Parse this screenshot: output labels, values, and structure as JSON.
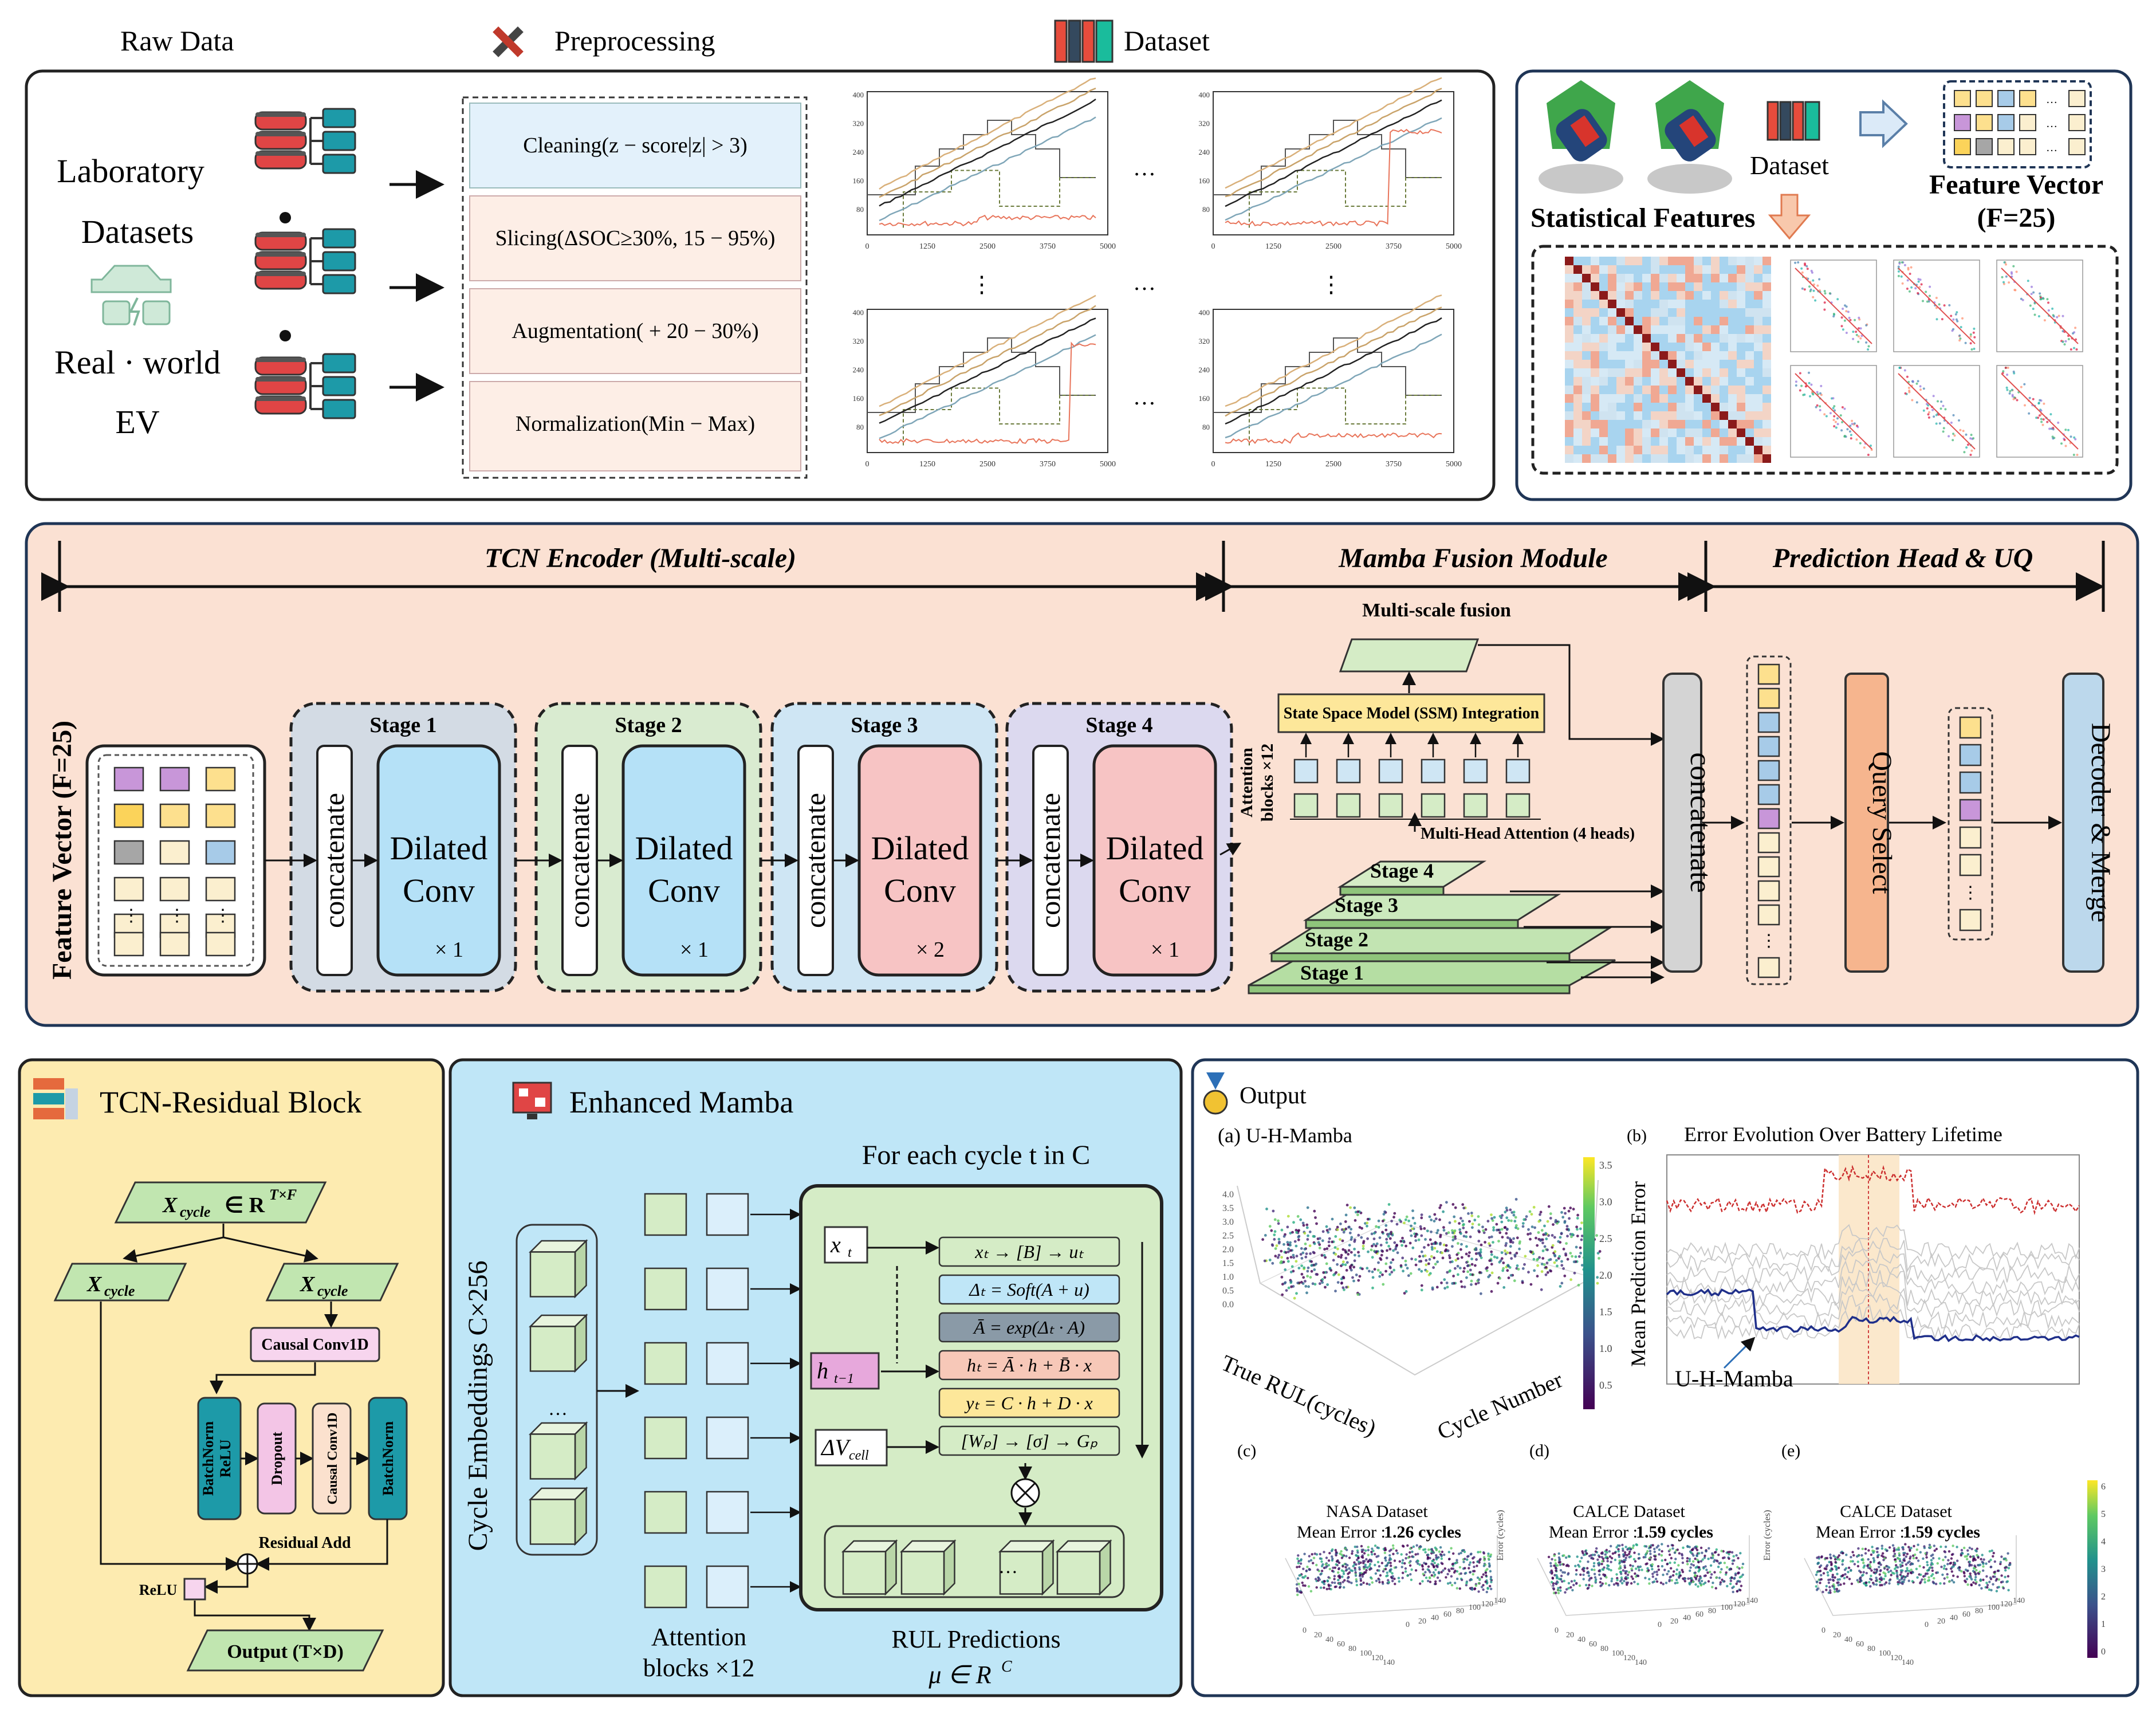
{
  "top": {
    "raw_data": "Raw Data",
    "preprocessing": "Preprocessing",
    "dataset": "Dataset",
    "sources": [
      "Laboratory",
      "Datasets",
      "Real · world",
      "EV"
    ],
    "steps": [
      "Cleaning(z − score|z| > 3)",
      "Slicing(ΔSOC≥30%, 15 − 95%)",
      "Augmentation( + 20 − 30%)",
      "Normalization(Min − Max)"
    ],
    "tick_labels": [
      "0",
      "1250",
      "2500",
      "3750",
      "5000"
    ],
    "ytick_labels": [
      "400",
      "320",
      "240",
      "160",
      "80"
    ],
    "ellipsis": "…",
    "vellipsis": "⋮",
    "stat_dataset": "Dataset",
    "statistical_features": "Statistical Features",
    "feature_vector": "Feature Vector",
    "feature_count": "(F=25)"
  },
  "middle": {
    "tcn_title": "TCN Encoder (Multi-scale)",
    "mamba_title": "Mamba Fusion Module",
    "pred_title": "Prediction Head & UQ",
    "feature_vector_label": "Feature Vector (F=25)",
    "stages": [
      {
        "name": "Stage 1",
        "concat": "concatenate",
        "conv1": "Dilated",
        "conv2": "Conv",
        "mult": "× 1",
        "bg": "#d3dbe4",
        "conv_color": "#b5e1f7"
      },
      {
        "name": "Stage 2",
        "concat": "concatenate",
        "conv1": "Dilated",
        "conv2": "Conv",
        "mult": "× 1",
        "bg": "#d9ebd0",
        "conv_color": "#b5e1f7"
      },
      {
        "name": "Stage 3",
        "concat": "concatenate",
        "conv1": "Dilated",
        "conv2": "Conv",
        "mult": "× 2",
        "bg": "#cfe6f4",
        "conv_color": "#f7c4c4"
      },
      {
        "name": "Stage 4",
        "concat": "concatenate",
        "conv1": "Dilated",
        "conv2": "Conv",
        "mult": "× 1",
        "bg": "#dcd9ef",
        "conv_color": "#f7c4c4"
      }
    ],
    "multi_scale_fusion": "Multi-scale fusion",
    "ssm": "State Space Model (SSM) Integration",
    "attention_blocks": "Attention",
    "attention_blocks2": "blocks ×12",
    "mha": "Multi-Head Attention (4 heads)",
    "pyramid": [
      "Stage 4",
      "Stage 3",
      "Stage 2",
      "Stage 1"
    ],
    "concatenate": "concatenate",
    "query_select": "Query Select",
    "decoder": "Decoder & Merge",
    "dots": "…"
  },
  "tcn_block": {
    "title": "TCN-Residual  Block",
    "input": "X",
    "input_sub": "cycle",
    "input_rhs": "∈ R",
    "input_sup": "T×F",
    "branch_left": "X",
    "branch_right": "X",
    "branch_sub": "cycle",
    "causal": "Causal Conv1D",
    "layers": [
      "BatchNorm",
      "ReLU",
      "Dropout",
      "Causal Conv1D",
      "BatchNorm"
    ],
    "residual_add": "Residual Add",
    "relu": "ReLU",
    "output": "Output (T×D)"
  },
  "mamba": {
    "title": "Enhanced Mamba",
    "cycle_embeddings": "Cycle Embeddings C×256",
    "for_each": "For each cycle t in C",
    "inputs": [
      "x",
      "h",
      "ΔV"
    ],
    "input_subs": [
      "t",
      "t−1",
      "cell"
    ],
    "equations": [
      "xₜ → [B] → uₜ",
      "Δₜ = Soft(A + u)",
      "Ā = exp(Δₜ · A)",
      "hₜ = Ā · h + B̄ · x",
      "yₜ = C · h + D · x",
      "[Wₚ] → [σ] → Gₚ"
    ],
    "attention": "Attention",
    "attention2": "blocks ×12",
    "rul": "RUL Predictions",
    "rul_formula": "μ ∈ R",
    "rul_sup": "C",
    "dots": "…"
  },
  "output": {
    "title": "Output",
    "panel_a": "(a) U-H-Mamba",
    "panel_b_tag": "(b)",
    "panel_b_title": "Error Evolution Over Battery Lifetime",
    "b_ylabel": "Mean Prediction Error",
    "b_callout": "U-H-Mamba",
    "a_xlabel": "True RUL(cycles)",
    "a_ylabel": "Cycle Number",
    "a_colorbar_ticks": [
      "3.5",
      "3.0",
      "2.5",
      "2.0",
      "1.5",
      "1.0",
      "0.5"
    ],
    "a_zticks": [
      "4.0",
      "3.5",
      "3.0",
      "2.5",
      "2.0",
      "1.5",
      "1.0",
      "0.5",
      "0.0"
    ],
    "small": [
      {
        "tag": "(c)",
        "title": "NASA Dataset",
        "err_label": "Mean Error : ",
        "err_value": "1.26 cycles"
      },
      {
        "tag": "(d)",
        "title": "CALCE Dataset",
        "err_label": "Mean Error : ",
        "err_value": "1.59 cycles"
      },
      {
        "tag": "(e)",
        "title": "CALCE Dataset",
        "err_label": "Mean Error : ",
        "err_value": "1.59 cycles"
      }
    ],
    "small_zlabel": "Error (cycles)",
    "small_xticks": [
      "0",
      "20",
      "40",
      "60",
      "80",
      "100",
      "120",
      "140"
    ],
    "e_colorbar_ticks": [
      "6",
      "5",
      "4",
      "3",
      "2",
      "1",
      "0"
    ]
  },
  "colors": {
    "panel_mid_bg": "#fbe1d3",
    "mamba_bg": "#bfe6f7",
    "tcn_block_bg": "#fdebb0",
    "green_box": "#d5ecc6",
    "yellow_box": "#fde79a",
    "dark_teal": "#1d9aa8",
    "pink": "#f3c5e6",
    "peach": "#fbe1ce",
    "orange": "#f6b58e",
    "gray_box": "#d4d4d4",
    "feature_colors": [
      "#c896d9",
      "#c896d9",
      "#fde08e",
      "#fbd35a",
      "#fde08e",
      "#fde08e",
      "#a6a6a6",
      "#fbefcf",
      "#a7cbe8",
      "#fbefcf",
      "#fbefcf",
      "#fbefcf",
      "#fbefcf",
      "#fbefcf",
      "#fbefcf"
    ]
  }
}
